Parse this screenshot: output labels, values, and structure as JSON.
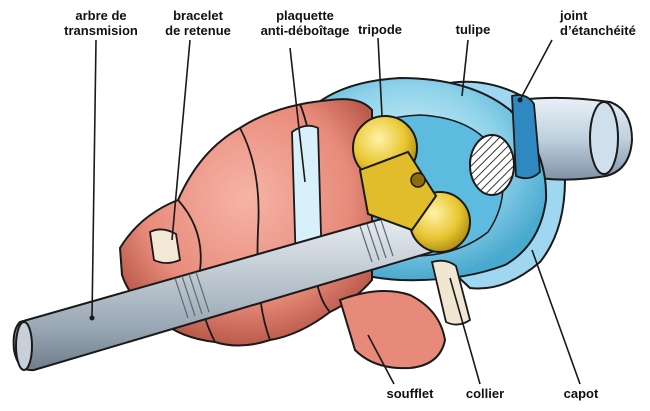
{
  "labels": {
    "arbre_line1": "arbre de",
    "arbre_line2": "transmision",
    "bracelet_line1": "bracelet",
    "bracelet_line2": "de retenue",
    "plaquette_line1": "plaquette",
    "plaquette_line2": "anti-déboîtage",
    "tripode": "tripode",
    "tulipe": "tulipe",
    "joint_line1": "joint",
    "joint_line2": "d’étanchéité",
    "soufflet": "soufflet",
    "collier": "collier",
    "capot": "capot"
  },
  "colors": {
    "shaft": "#aeb9c4",
    "boot": "#e88a7a",
    "tulip": "#8fd3ea",
    "tripod": "#e8c632",
    "cap": "#9fd6f0",
    "outline": "#1a1a1a"
  }
}
